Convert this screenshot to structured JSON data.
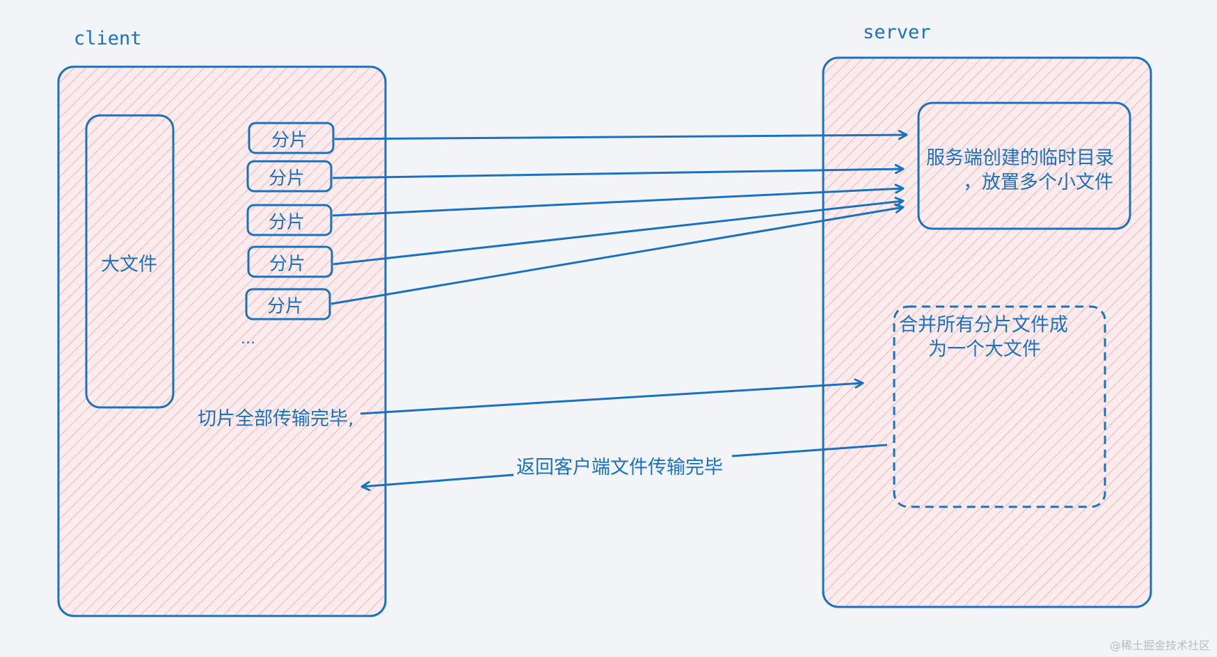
{
  "client": {
    "title": "client",
    "big_file": "大文件",
    "chunks": [
      "分片",
      "分片",
      "分片",
      "分片",
      "分片"
    ],
    "ellipsis": "...",
    "upload_done": "切片全部传输完毕,"
  },
  "server": {
    "title": "server",
    "temp_dir_line1": "服务端创建的临时目录",
    "temp_dir_line2": "，放置多个小文件",
    "merge_line1": "合并所有分片文件成",
    "merge_line2": "为一个大文件",
    "response": "返回客户端文件传输完毕"
  },
  "colors": {
    "stroke": "#1971c2",
    "hatch": "#ffb3b8",
    "hatch_fill": "#fde8ea",
    "background": "#f2f4f7"
  },
  "watermark": "@稀土掘金技术社区"
}
